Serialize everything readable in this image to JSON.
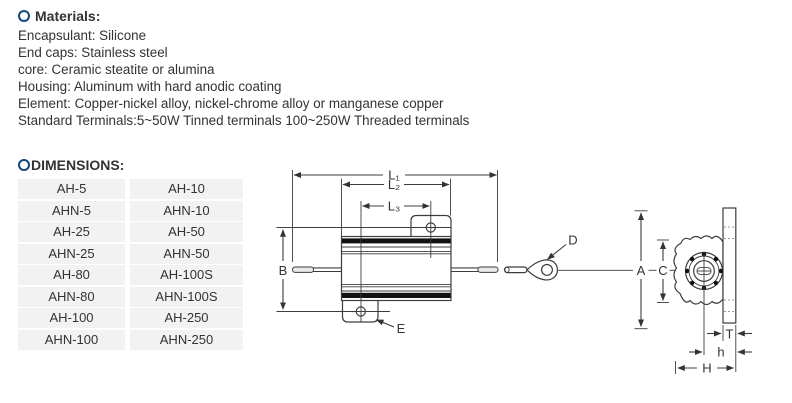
{
  "materials": {
    "heading": "Materials:",
    "lines": [
      "Encapsulant: Silicone",
      "End caps: Stainless steel",
      "core: Ceramic steatite or alumina",
      "Housing: Aluminum with hard anodic coating",
      "Element: Copper-nickel alloy, nickel-chrome alloy or manganese copper",
      "Standard Terminals:5~50W Tinned terminals 100~250W Threaded terminals"
    ]
  },
  "dimensions": {
    "heading": "DIMENSIONS:",
    "models": [
      [
        "AH-5",
        "AH-10"
      ],
      [
        "AHN-5",
        "AHN-10"
      ],
      [
        "AH-25",
        "AH-50"
      ],
      [
        "AHN-25",
        "AHN-50"
      ],
      [
        "AH-80",
        "AH-100S"
      ],
      [
        "AHN-80",
        "AHN-100S"
      ],
      [
        "AH-100",
        "AH-250"
      ],
      [
        "AHN-100",
        "AHN-250"
      ]
    ]
  },
  "drawing": {
    "labels": {
      "l1": "L₁",
      "l2": "L₂",
      "l3": "L₃",
      "b": "B",
      "e": "E",
      "d": "D",
      "a": "A",
      "c": "C",
      "t": "T",
      "h_small": "h",
      "h_big": "H"
    }
  },
  "colors": {
    "accent_blue": "#17457a",
    "table_cell_bg": "#f2f2f2",
    "text": "#333333",
    "line": "#3d3d3d"
  }
}
